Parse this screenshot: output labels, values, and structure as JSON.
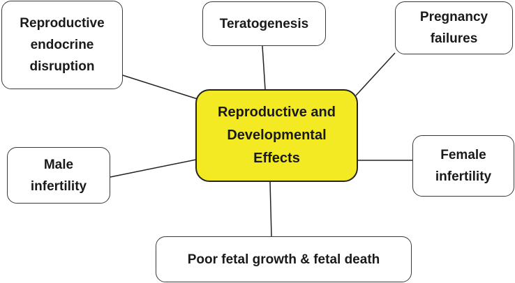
{
  "center": {
    "label": "Reproductive and\nDevelopmental\nEffects"
  },
  "nodes": {
    "endocrine": "Reproductive\nendocrine\ndisruption",
    "teratogenesis": "Teratogenesis",
    "pregnancy": "Pregnancy\nfailures",
    "male": "Male\ninfertility",
    "female": "Female\ninfertility",
    "fetal": "Poor fetal growth & fetal death"
  },
  "colors": {
    "center_fill": "#f4ea23",
    "border": "#3a3a3a",
    "line": "#222222"
  }
}
